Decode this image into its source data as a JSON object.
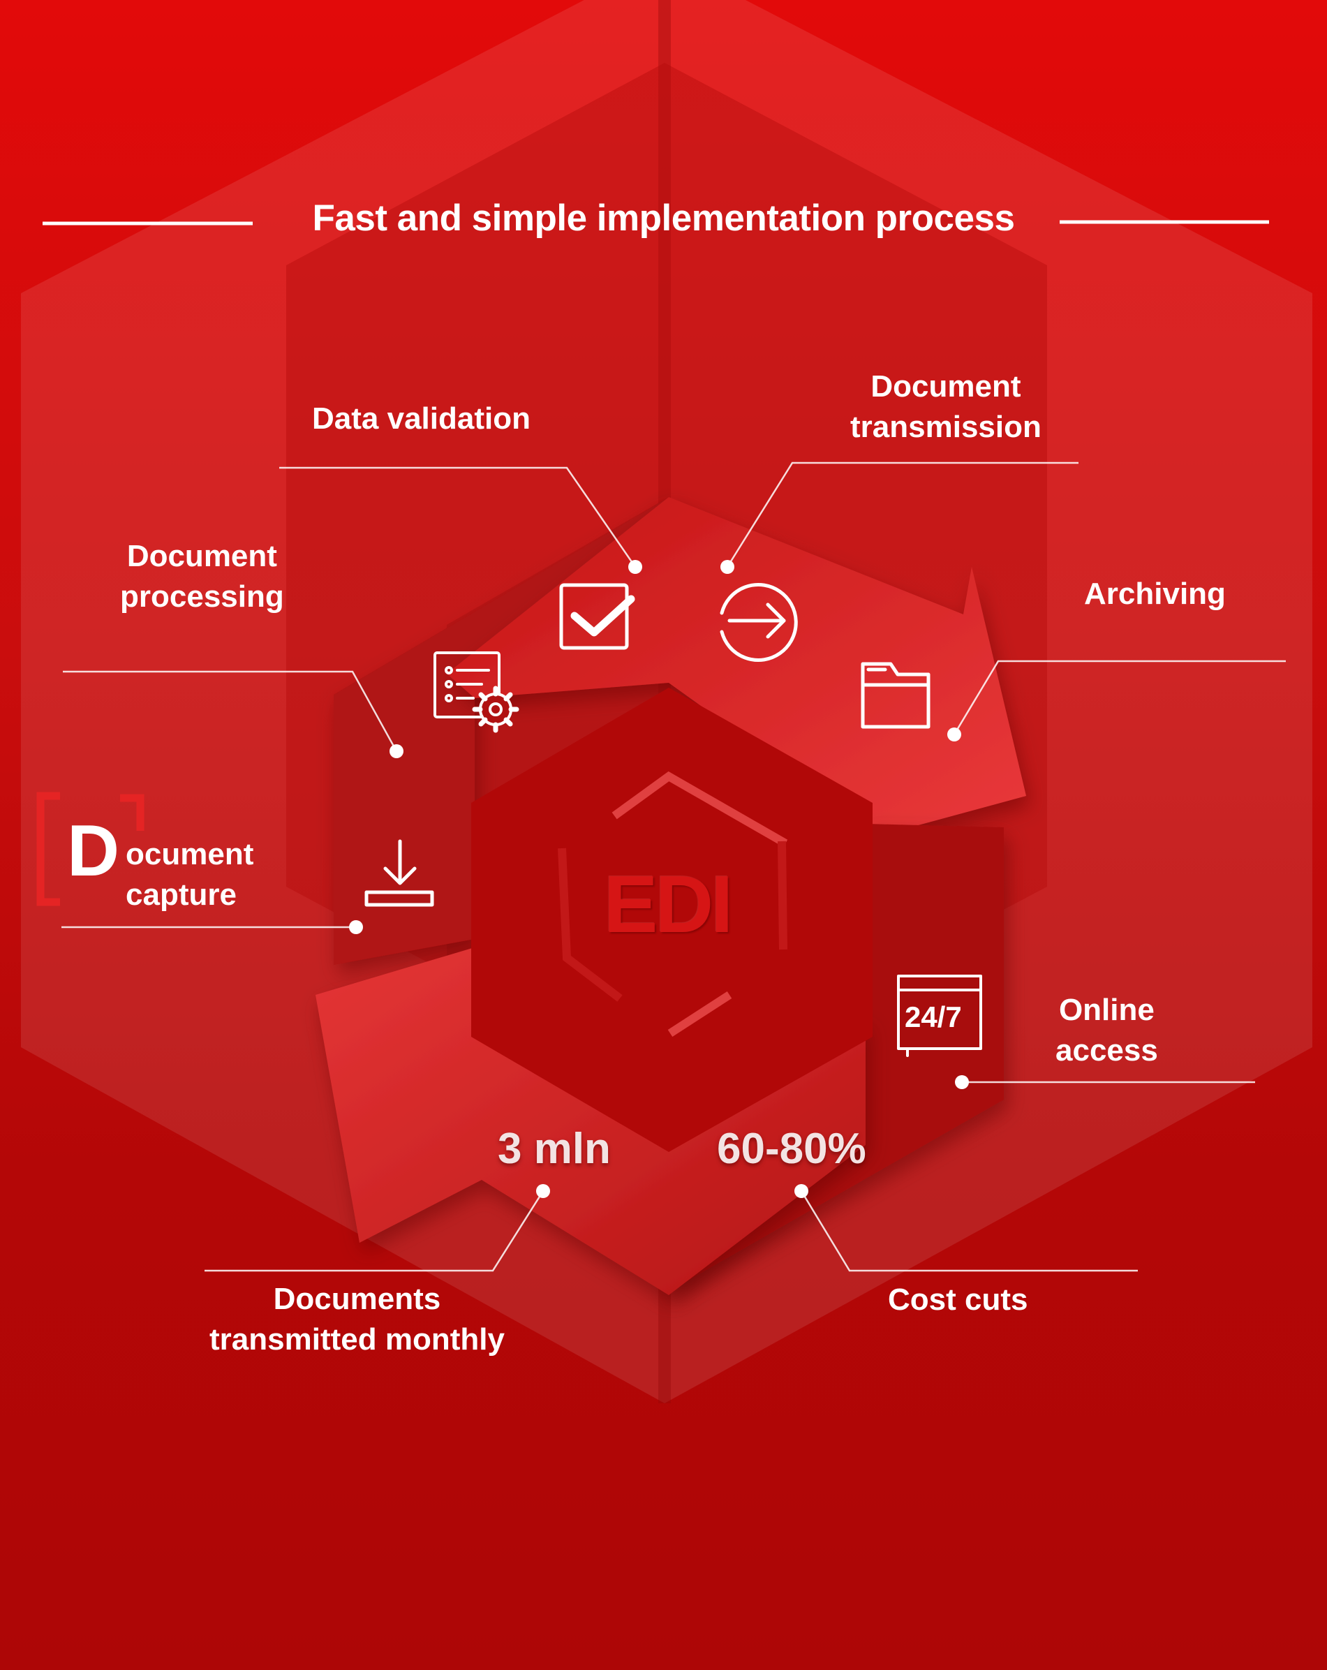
{
  "title": "Fast and simple implementation process",
  "center_label": "EDI",
  "steps": {
    "data_validation": "Data validation",
    "document_transmission": [
      "Document",
      "transmission"
    ],
    "document_processing": [
      "Document",
      "processing"
    ],
    "archiving": "Archiving",
    "document_capture": {
      "initial": "D",
      "line1": "ocument",
      "line2": "capture"
    },
    "online_access": [
      "Online",
      "access"
    ]
  },
  "stats": {
    "documents_value": "3 mln",
    "documents_label": [
      "Documents",
      "transmitted monthly"
    ],
    "cost_value": "60-80%",
    "cost_label": "Cost cuts"
  },
  "icon_badge": "24/7",
  "icons": [
    "checkbox-icon",
    "arrow-circle-icon",
    "folder-icon",
    "settings-list-icon",
    "download-icon",
    "calendar-24-7-icon"
  ],
  "colors": {
    "background": "#d00d0d",
    "accent": "#e8383a",
    "dark": "#a50b0b",
    "text": "#ffffff"
  }
}
